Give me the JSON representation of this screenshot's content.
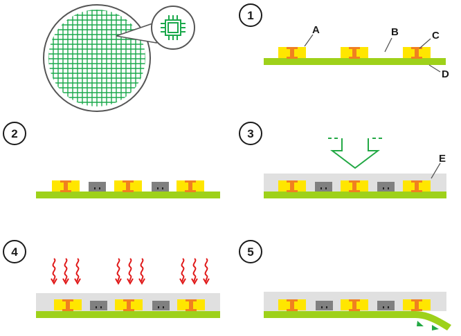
{
  "steps": [
    {
      "number": "1"
    },
    {
      "number": "2"
    },
    {
      "number": "3"
    },
    {
      "number": "4"
    },
    {
      "number": "5"
    }
  ],
  "labels": {
    "a": "A",
    "b": "B",
    "c": "C",
    "d": "D",
    "e": "E"
  },
  "icons": {
    "wafer": "wafer-grid-icon",
    "chip": "chip-icon",
    "press_arrow": "down-arrow-icon",
    "heat": "heat-wave-icon"
  },
  "colors": {
    "substrate": "#9ed11a",
    "pad": "#ffe600",
    "via": "#f08020",
    "chip": "#808080",
    "film": "#e0e0e0",
    "grid": "#19a84a",
    "arrow": "#22a844",
    "heat": "#e01818",
    "outline": "#555555"
  }
}
